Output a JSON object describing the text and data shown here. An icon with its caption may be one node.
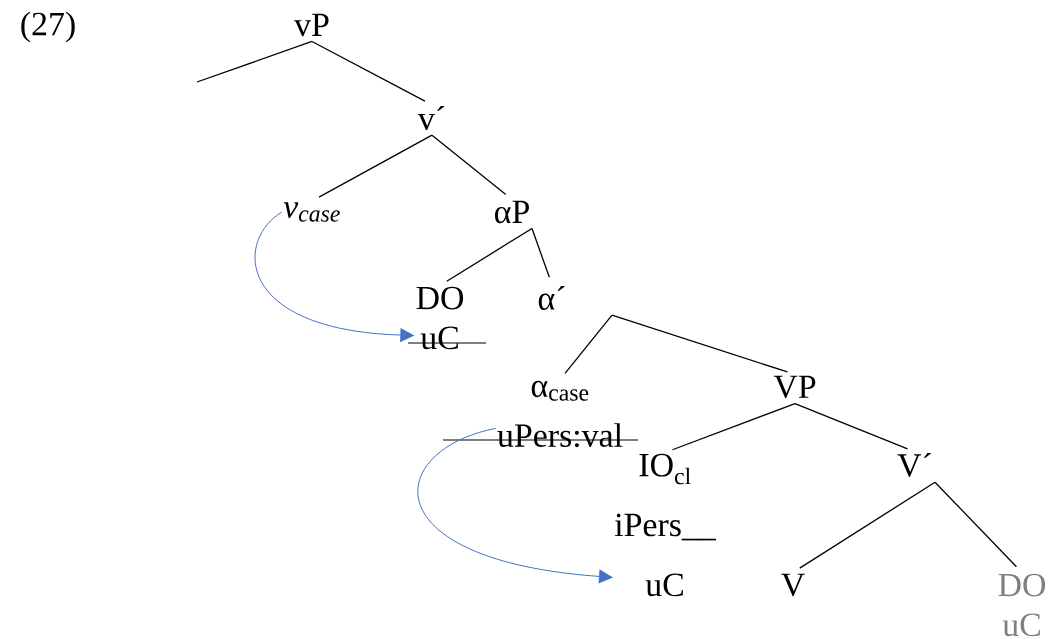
{
  "diagram": {
    "nodes": [
      {
        "text": [
          "vP"
        ]
      },
      {
        "text": [
          "v´"
        ]
      },
      {
        "text": [
          "v$_{case}$"
        ]
      },
      {
        "text": [
          "αP"
        ]
      },
      {
        "text": [
          "DO",
          "uC"
        ]
      },
      {
        "text": [
          "α´"
        ]
      },
      {
        "text": [
          "α$_{case}$",
          "uPers:val"
        ]
      },
      {
        "text": [
          "VP"
        ]
      },
      {
        "text": [
          "IO$_{cl}$",
          "iPers__",
          "uC"
        ]
      },
      {
        "text": [
          "V´"
        ]
      },
      {
        "text": [
          "V"
        ]
      },
      {
        "text": [
          "DO",
          "uC"
        ]
      }
    ],
    "edges": [
      {
        "from": 0,
        "to": null,
        "arrow": "none"
      },
      {
        "from": 0,
        "to": 1,
        "arrow": "none"
      },
      {
        "from": 1,
        "to": 2,
        "arrow": "none"
      },
      {
        "from": 1,
        "to": 3,
        "arrow": "none"
      },
      {
        "from": 3,
        "to": 4,
        "arrow": "none"
      },
      {
        "from": 3,
        "to": 5,
        "arrow": "none"
      },
      {
        "from": 5,
        "to": 6,
        "arrow": "none"
      },
      {
        "from": 5,
        "to": 7,
        "arrow": "none"
      },
      {
        "from": 7,
        "to": 8,
        "arrow": "none"
      },
      {
        "from": 7,
        "to": 9,
        "arrow": "none"
      },
      {
        "from": 9,
        "to": 10,
        "arrow": "none"
      },
      {
        "from": 9,
        "to": 11,
        "arrow": "none"
      },
      {
        "from": 2,
        "to": 4,
        "arrow": "to",
        "color": "#4472c4"
      },
      {
        "from": 6,
        "to": 8,
        "arrow": "to",
        "color": "#4472c4"
      }
    ],
    "labels": [
      "(27)"
    ]
  }
}
